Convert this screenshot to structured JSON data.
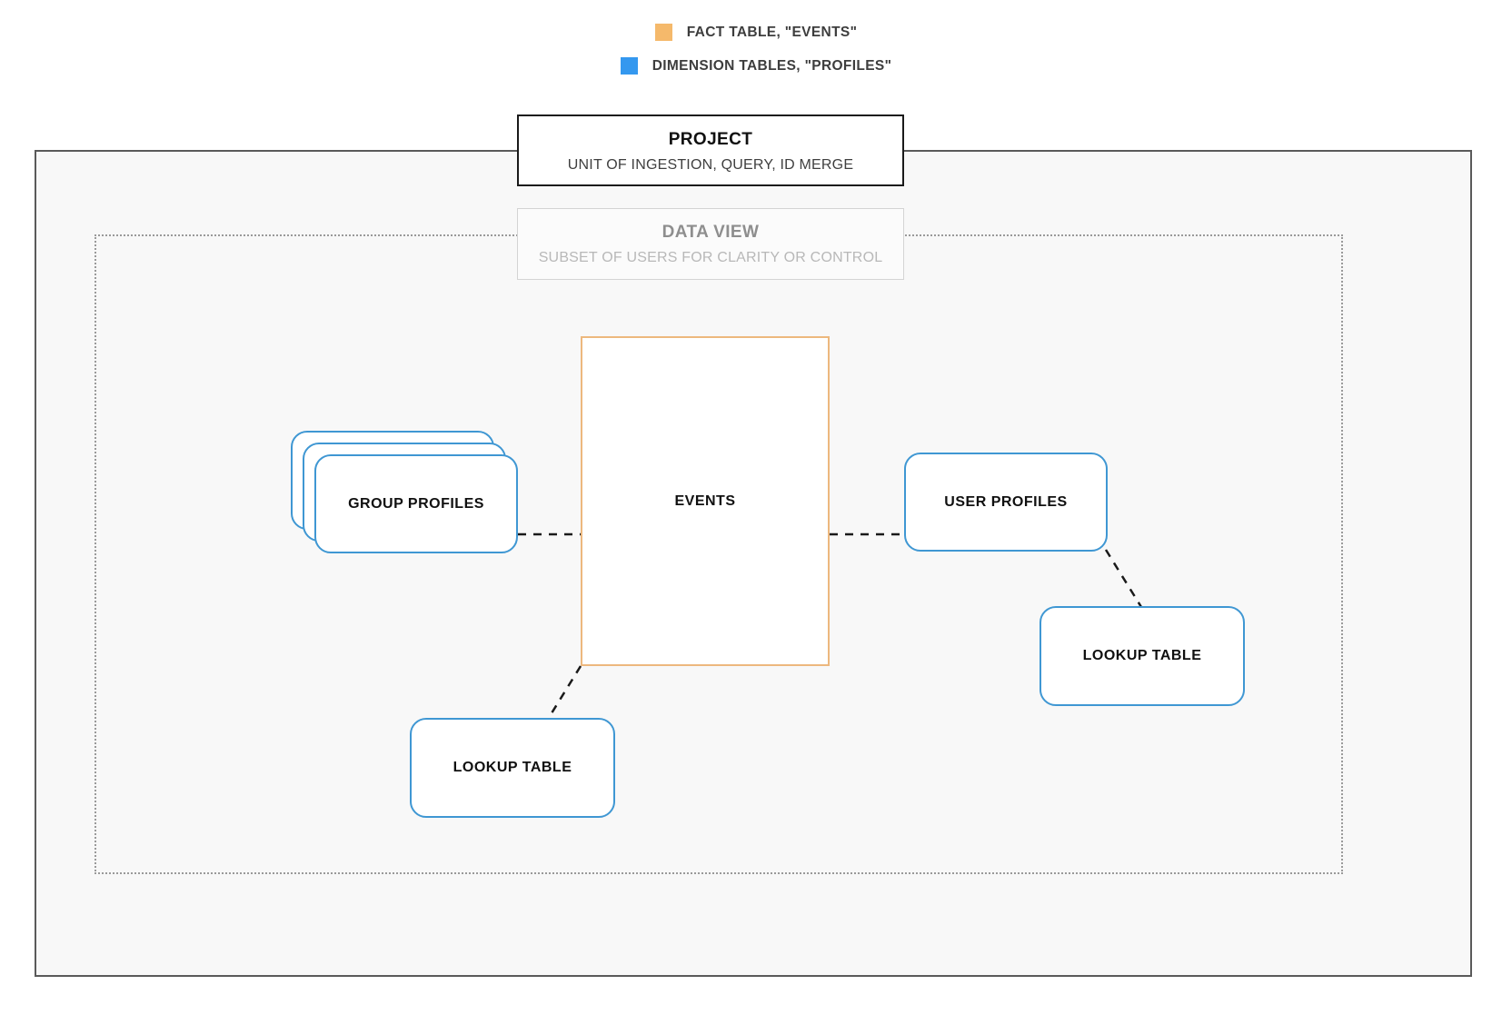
{
  "legend": {
    "items": [
      {
        "swatch_color": "#f5b96b",
        "label": "FACT TABLE, \"EVENTS\"",
        "icon": "square-swatch-icon"
      },
      {
        "swatch_color": "#3498ef",
        "label": "DIMENSION TABLES, \"PROFILES\"",
        "icon": "square-swatch-icon"
      }
    ]
  },
  "project": {
    "title": "PROJECT",
    "subtitle": "UNIT OF INGESTION, QUERY, ID MERGE"
  },
  "data_view": {
    "title": "DATA VIEW",
    "subtitle": "SUBSET OF USERS FOR CLARITY OR CONTROL"
  },
  "nodes": {
    "events": {
      "label": "EVENTS",
      "type": "fact-table",
      "color": "#edb87e"
    },
    "group_profiles": {
      "label": "GROUP PROFILES",
      "type": "dimension-table",
      "color": "#3f97d3",
      "stack_count": 3
    },
    "user_profiles": {
      "label": "USER PROFILES",
      "type": "dimension-table",
      "color": "#3f97d3"
    },
    "lookup_table_left": {
      "label": "LOOKUP TABLE",
      "type": "dimension-table",
      "color": "#3f97d3"
    },
    "lookup_table_right": {
      "label": "LOOKUP TABLE",
      "type": "dimension-table",
      "color": "#3f97d3"
    }
  },
  "connectors": [
    {
      "name": "group-profiles-to-events",
      "style": "dashed",
      "color": "#1a1a1a"
    },
    {
      "name": "events-to-user-profiles",
      "style": "dashed",
      "color": "#1a1a1a"
    },
    {
      "name": "events-to-lookup-table-left",
      "style": "dashed",
      "color": "#1a1a1a"
    },
    {
      "name": "user-profiles-to-lookup-table-right",
      "style": "dashed",
      "color": "#1a1a1a"
    }
  ]
}
